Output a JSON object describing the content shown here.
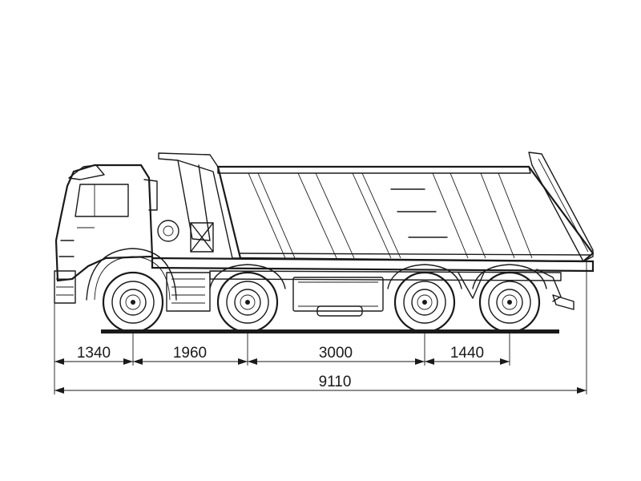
{
  "dimensions": {
    "front_overhang": "1340",
    "wheelbase_1_2": "1960",
    "wheelbase_2_3": "3000",
    "wheelbase_3_4": "1440",
    "overall_length": "9110"
  },
  "colors": {
    "line": "#1a1a1a",
    "background": "#ffffff"
  }
}
